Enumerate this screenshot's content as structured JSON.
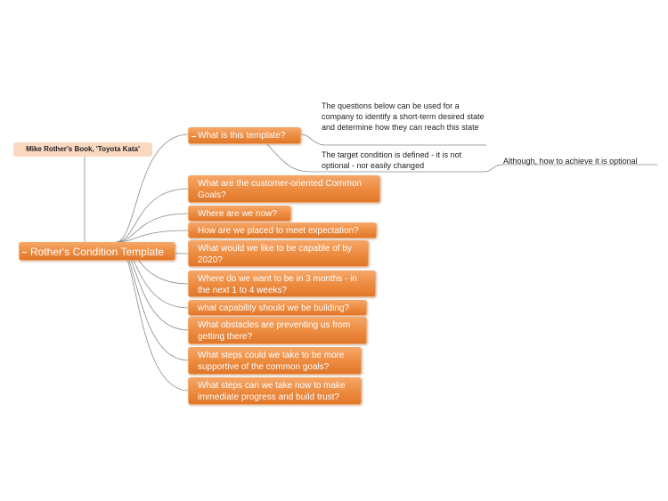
{
  "root": {
    "label": "Rother's Condition Template"
  },
  "source_note": "Mike Rother's Book, 'Toyota Kata'",
  "branches": [
    {
      "label": "What is this template?",
      "notes": [
        {
          "text": "The questions below can be used for a company to identify a short-term desired state and determine how they can reach this state"
        },
        {
          "text": "The target condition is defined - it is not optional - nor easily changed",
          "sub_note": "Although, how to achieve it is optional"
        }
      ]
    },
    {
      "label": "What are the customer-oriented Common Goals?"
    },
    {
      "label": "Where are we now?"
    },
    {
      "label": "How are we placed to meet expectation?"
    },
    {
      "label": "What would we like to be capable of by 2020?"
    },
    {
      "label": "Where do we want to be in 3 months - in the next 1 to 4 weeks?"
    },
    {
      "label": "what capability should we be building?"
    },
    {
      "label": "What obstacles are preventing us from getting there?"
    },
    {
      "label": "What steps could we take to be more supportive of the common goals?"
    },
    {
      "label": "What steps can we take now to make immediate progress and build trust?"
    }
  ],
  "colors": {
    "node_fill": "#ec8a3e",
    "link": "#8a8a8a",
    "caption_fill": "#fbd9c1"
  }
}
